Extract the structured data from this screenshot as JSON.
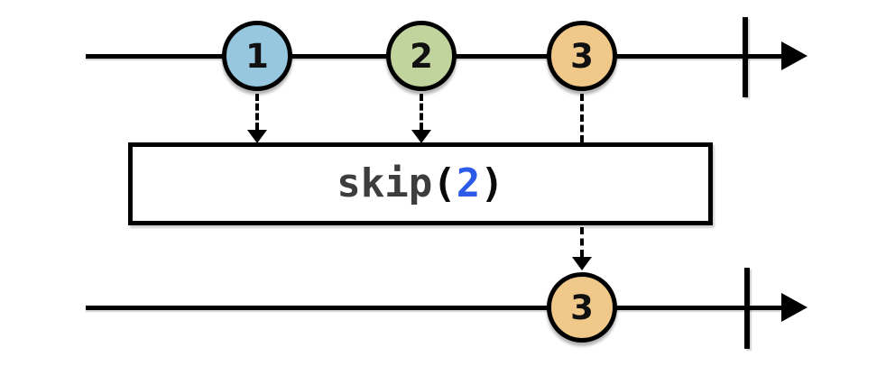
{
  "diagram": {
    "description": "Marble diagram of the skip operator",
    "operator": {
      "name": "skip",
      "open_paren": "(",
      "argument": "2",
      "close_paren": ")"
    },
    "input_stream": {
      "marbles": [
        {
          "value": "1",
          "color": "#96c7de"
        },
        {
          "value": "2",
          "color": "#c2d49e"
        },
        {
          "value": "3",
          "color": "#f0c98a"
        }
      ],
      "completed": true
    },
    "output_stream": {
      "marbles": [
        {
          "value": "3",
          "color": "#f0c98a"
        }
      ],
      "completed": true
    },
    "colors": {
      "line": "#000000",
      "marble_border": "#000000",
      "operator_name": "#3d3d3d",
      "operator_argument": "#2b5be8",
      "background": "#ffffff"
    },
    "icons": {
      "timeline_arrowhead": "right-arrowhead",
      "emit_arrowhead": "down-arrowhead"
    }
  }
}
